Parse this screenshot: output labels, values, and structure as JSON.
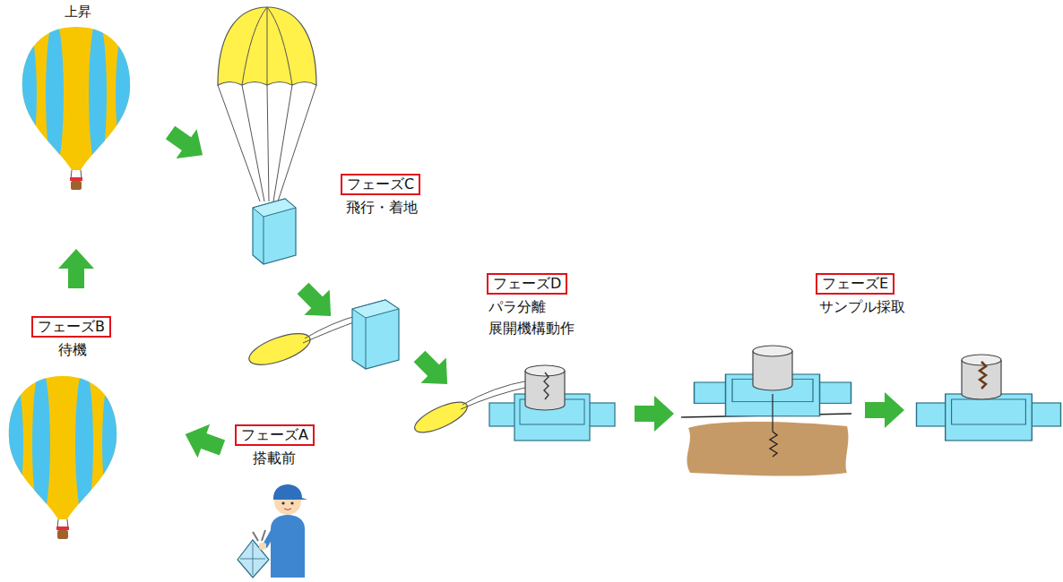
{
  "diagram": {
    "nodes": [
      {
        "text": [
          "フェーズC",
          "飛行・着地"
        ]
      },
      {
        "text": [
          "フェーズD",
          "パラ分離 展開機構動作"
        ]
      },
      {
        "text": [
          "フェーズE",
          "サンプル採取"
        ]
      },
      {
        "text": [
          "フェーズB",
          "待機"
        ]
      },
      {
        "text": [
          "フェーズA",
          "搭載前"
        ]
      }
    ],
    "labels": [
      "上昇"
    ]
  }
}
